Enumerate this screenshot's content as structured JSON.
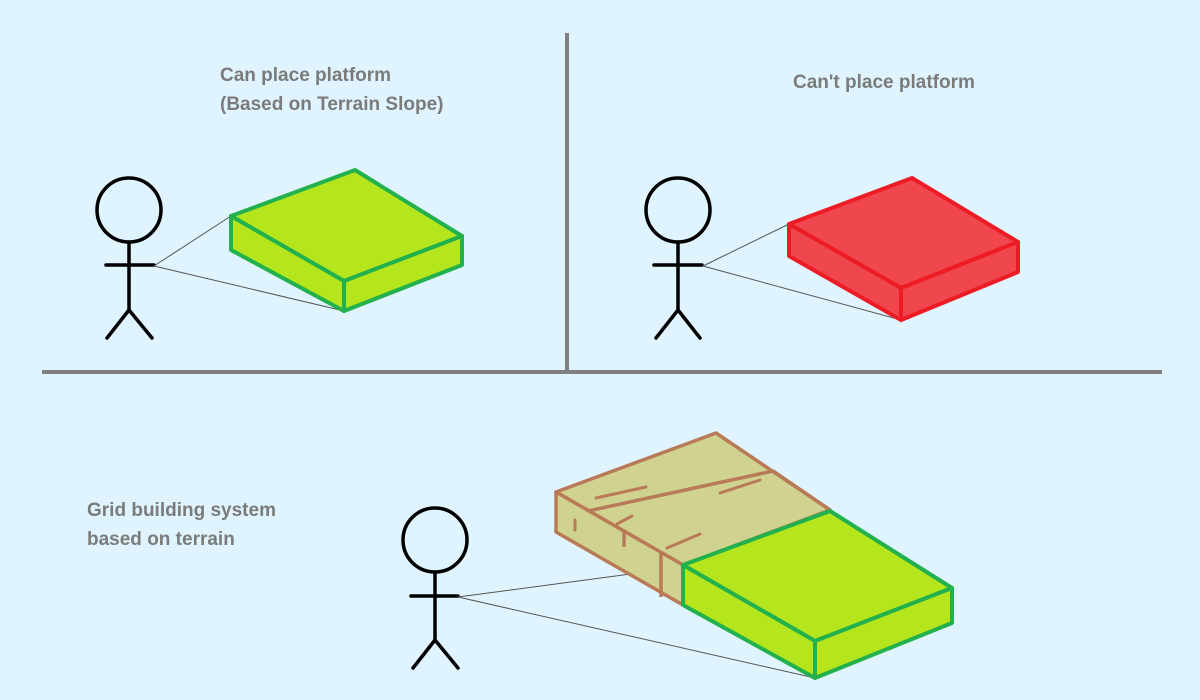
{
  "panels": {
    "can_place": {
      "title_line1": "Can place platform",
      "title_line2": "(Based on Terrain Slope)"
    },
    "cant_place": {
      "title": "Can't place platform"
    },
    "grid_system": {
      "title_line1": "Grid building system",
      "title_line2": "based on terrain"
    }
  },
  "colors": {
    "background": "#dff4fe",
    "divider": "#7f7f7f",
    "valid_fill": "#b5e61d",
    "valid_stroke": "#22b14c",
    "invalid_fill": "#f0474f",
    "invalid_stroke": "#ed1c24",
    "terrain_fill": "#cfd38f",
    "terrain_stroke": "#b97a57",
    "figure": "#000000",
    "sight_line": "#555555",
    "label_text": "#7b7b7b"
  },
  "icons": {
    "figure": "stick-figure-icon",
    "valid_platform": "green-platform-icon",
    "invalid_platform": "red-platform-icon",
    "terrain_grid": "terrain-grid-icon"
  }
}
